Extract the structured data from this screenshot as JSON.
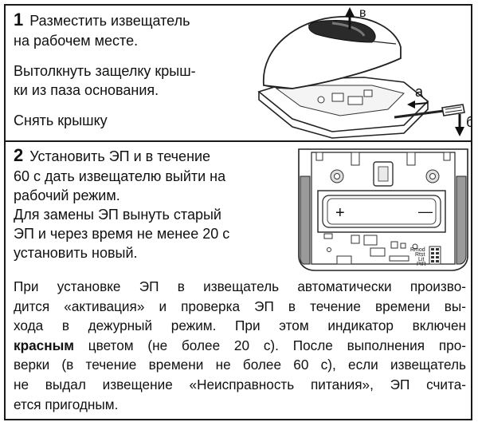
{
  "step1": {
    "number": "1",
    "line1": "Разместить  извещатель",
    "line2": "на рабочем месте.",
    "line3": "Вытолкнуть защелку крыш-",
    "line4": "ки из паза основания.",
    "line5": "Снять крышку",
    "label_a": "а",
    "label_b": "б",
    "label_v": "в"
  },
  "step2": {
    "number": "2",
    "line1": "Установить ЭП и в течение",
    "line2": "60 с дать извещателю выйти на",
    "line3": "рабочий режим.",
    "line4": "Для замены ЭП вынуть старый",
    "line5": "ЭП и через время не менее 20 с",
    "line6": "установить  новый.",
    "plus": "+",
    "minus": "—",
    "board_labels": [
      "Rmod",
      "Rtst",
      "Lit",
      "PIR"
    ]
  },
  "note": {
    "l1": "При  установке  ЭП в  извещатель автоматически произво-",
    "l2": "дится «активация»  и проверка ЭП в течение времени вы-",
    "l3": "хода в дежурный режим.  При  этом  индикатор  включен",
    "l4_bold": "красным",
    "l4_rest": " цветом (не более 20 с). После выполнения про-",
    "l5": "верки (в течение времени не более 60 с), если извещатель",
    "l6": "не выдал извещение «Неисправность питания», ЭП счита-",
    "l7": "ется пригодным."
  }
}
